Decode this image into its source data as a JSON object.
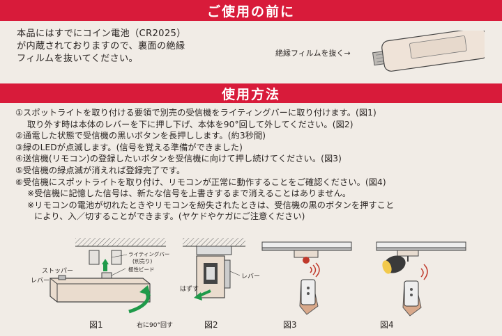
{
  "banner_top": "ご使用の前に",
  "intro": {
    "lines": [
      "本品にはすでにコイン電池（CR2025）",
      "が内蔵されておりますので、裏面の絶縁",
      "フィルムを抜いてください。"
    ],
    "film_label": "絶縁フィルムを抜く→"
  },
  "banner_usage": "使用方法",
  "steps": {
    "s1a": "①スポットライトを取り付ける要領で別売の受信機をライティングバーに取り付けます。(図1)",
    "s1b": "取り外す時は本体のレバーを下に押し下げ、本体を90°回して外してください。(図2)",
    "s2": "②通電した状態で受信機の黒いボタンを長押しします。(約3秒間)",
    "s3": "③緑のLEDが点滅します。(信号を覚える準備ができました)",
    "s4": "④送信機(リモコン)の登録したいボタンを受信機に向けて押し続けてください。(図3)",
    "s5": "⑤受信機の緑点滅が消えれば登録完了です。",
    "s6": "⑥受信機にスポットライトを取り付け、リモコンが正常に動作することをご確認ください。(図4)",
    "n1": "※受信機に記憶した信号は、新たな信号を上書きするまで消えることはありません。",
    "n2a": "※リモコンの電池が切れたときやリモコンを紛失されたときは、受信機の黒のボタンを押すこと",
    "n2b": "により、入／切することができます。(ヤケドやケガにご注意ください)"
  },
  "figures": {
    "fig1": {
      "label": "図1",
      "stopper": "ストッパー",
      "lever": "レバー",
      "lighting_bar": "ライティングバー",
      "sold_separately": "(別売り)",
      "bead": "極性ビード",
      "rotate": "右に90°回す"
    },
    "fig2": {
      "label": "図2",
      "lever": "レバー",
      "remove": "はずす"
    },
    "fig3": {
      "label": "図3"
    },
    "fig4": {
      "label": "図4"
    }
  },
  "colors": {
    "banner": "#d81b3a",
    "arrow_green": "#1f9a4a",
    "background": "#f1ece6"
  }
}
